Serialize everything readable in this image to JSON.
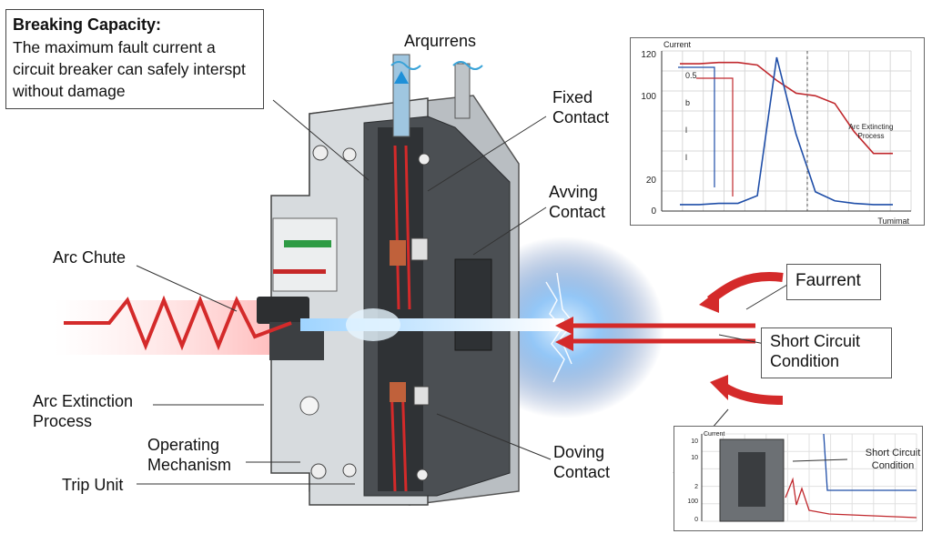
{
  "definition": {
    "title": "Breaking Capacity:",
    "text": "The maximum fault current a circuit breaker can safely interspt without damage"
  },
  "labels": {
    "top_arrows": "Arqurrens",
    "fixed_contact": "Fixed Contact",
    "moving_contact": "Avving Contact",
    "arc_chute": "Arc Chute",
    "arc_extinction": "Arc Extinction Process",
    "operating_mechanism": "Operating Mechanism",
    "trip_unit": "Trip Unit",
    "doving_contact": "Doving Contact",
    "fault_current": "Faurrent",
    "short_circuit": "Short Circuit Condition"
  },
  "chart_data": [
    {
      "type": "line",
      "ylabel": "Current",
      "xlabel": "Tumimat",
      "y_ticks": [
        "120",
        "100",
        "20",
        "0"
      ],
      "inner_labels": [
        "0.5",
        "b",
        "l",
        "l"
      ],
      "annotation": "Arc Extincting Process",
      "series": [
        {
          "color": "#c0282d",
          "values": [
            115,
            115,
            116,
            116,
            114,
            102,
            92,
            90,
            84,
            62,
            45,
            45
          ]
        },
        {
          "color": "#1f4ea8",
          "values": [
            5,
            5,
            6,
            6,
            12,
            120,
            60,
            15,
            8,
            6,
            5,
            5
          ]
        }
      ],
      "ylim": [
        0,
        125
      ],
      "grid": true
    },
    {
      "type": "line",
      "ylabel": "Current",
      "y_ticks": [
        "10",
        "10",
        "2",
        "100",
        "0"
      ],
      "annotation": "Short Circuit Condition",
      "series": [
        {
          "color": "#c0282d"
        },
        {
          "color": "#1f4ea8"
        }
      ],
      "grid": true
    }
  ],
  "colors": {
    "arc_red": "#d42a2a",
    "arc_blue": "#4aa3ff",
    "housing_gray": "#cfd3d6"
  }
}
